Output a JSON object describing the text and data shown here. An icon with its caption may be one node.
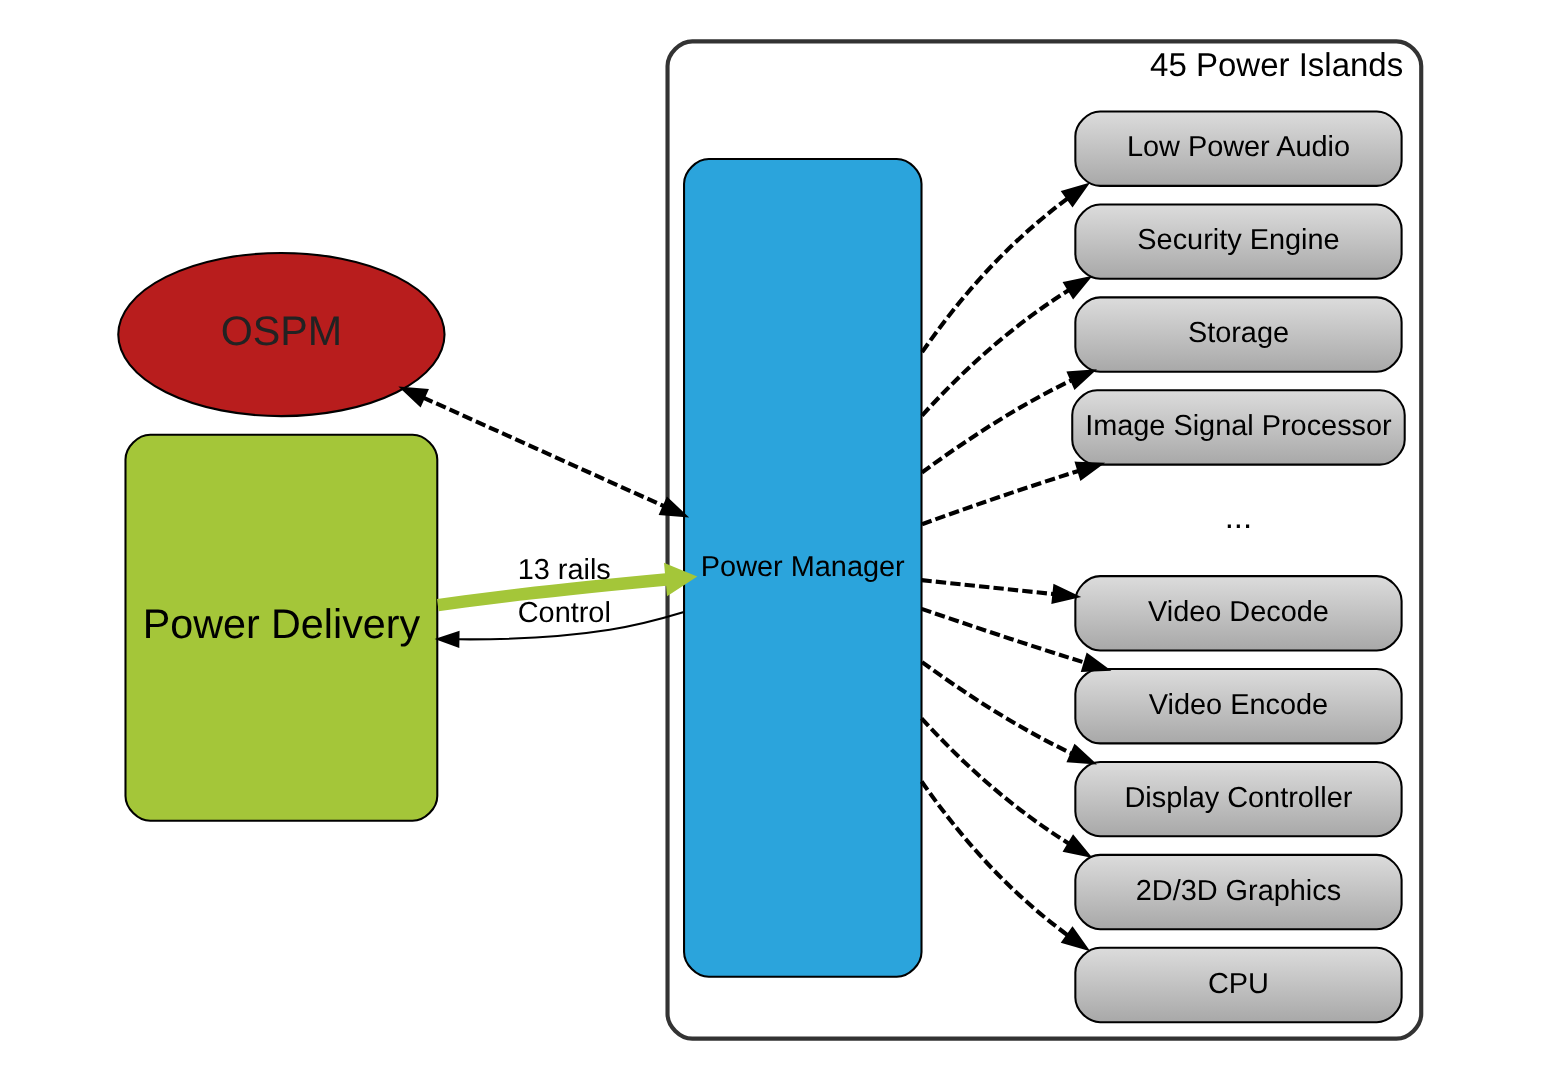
{
  "diagram": {
    "nodes": [
      {
        "text": [
          "OSPM"
        ]
      },
      {
        "text": [
          "Power Delivery"
        ]
      },
      {
        "text": [
          "45 Power Islands"
        ]
      },
      {
        "text": [
          "Power Manager"
        ],
        "in": 2
      },
      {
        "text": [
          "CPU"
        ],
        "in": 2
      },
      {
        "text": [
          "2D/3D Graphics"
        ],
        "in": 2
      },
      {
        "text": [
          "Display Controller"
        ],
        "in": 2
      },
      {
        "text": [
          "Video Encode"
        ],
        "in": 2
      },
      {
        "text": [
          "Video Decode"
        ],
        "in": 2
      },
      {
        "text": [
          "Image Signal Processor"
        ],
        "in": 2
      },
      {
        "text": [
          "Storage"
        ],
        "in": 2
      },
      {
        "text": [
          "Security Engine"
        ],
        "in": 2
      },
      {
        "text": [
          "Low Power Audio"
        ],
        "in": 2
      }
    ],
    "edges": [
      {
        "from": 0,
        "to": 3,
        "arrow": "both",
        "style": "dashed"
      },
      {
        "from": 1,
        "to": 3,
        "arrow": "to",
        "label": "13 rails",
        "style": "thick",
        "color": "#a4c639"
      },
      {
        "from": 3,
        "to": 1,
        "arrow": "to",
        "label": "Control"
      },
      {
        "from": 3,
        "to": 4,
        "arrow": "to",
        "style": "dashed"
      },
      {
        "from": 3,
        "to": 5,
        "arrow": "to",
        "style": "dashed"
      },
      {
        "from": 3,
        "to": 6,
        "arrow": "to",
        "style": "dashed"
      },
      {
        "from": 3,
        "to": 7,
        "arrow": "to",
        "style": "dashed"
      },
      {
        "from": 3,
        "to": 8,
        "arrow": "to",
        "style": "dashed"
      },
      {
        "from": 3,
        "to": 9,
        "arrow": "to",
        "style": "dashed"
      },
      {
        "from": 3,
        "to": 10,
        "arrow": "to",
        "style": "dashed"
      },
      {
        "from": 3,
        "to": 11,
        "arrow": "to",
        "style": "dashed"
      },
      {
        "from": 3,
        "to": 12,
        "arrow": "to",
        "style": "dashed"
      }
    ],
    "labels": [
      "..."
    ]
  }
}
